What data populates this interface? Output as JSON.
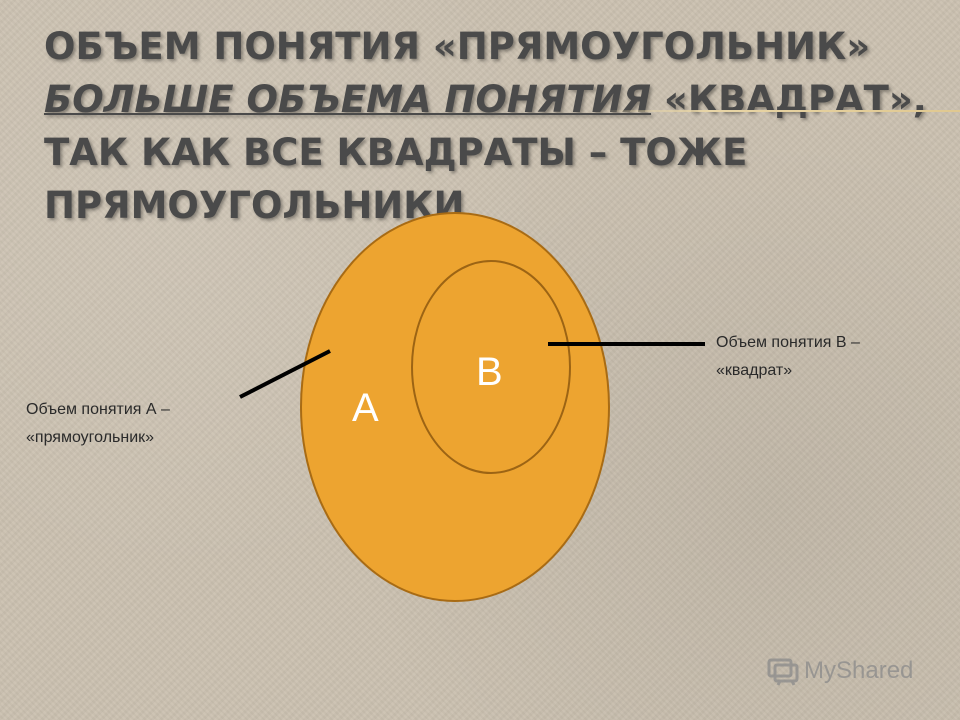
{
  "title": {
    "part1": "Объем понятия «прямоугольник» ",
    "emph": "больше объема понятия",
    "part2": " «квадрат», так как все квадраты – тоже прямоугольники"
  },
  "diagram": {
    "outer_letter": "А",
    "inner_letter": "В",
    "outer_color": "#eda430",
    "outer_stroke": "#a86b14",
    "label_a": {
      "line1": "Объем понятия А –",
      "line2": "«прямоугольник»"
    },
    "label_b": {
      "line1": "Объем понятия В –",
      "line2": "«квадрат»"
    }
  },
  "watermark": {
    "icon": "mystared-logo-icon",
    "text": "MyShared"
  }
}
